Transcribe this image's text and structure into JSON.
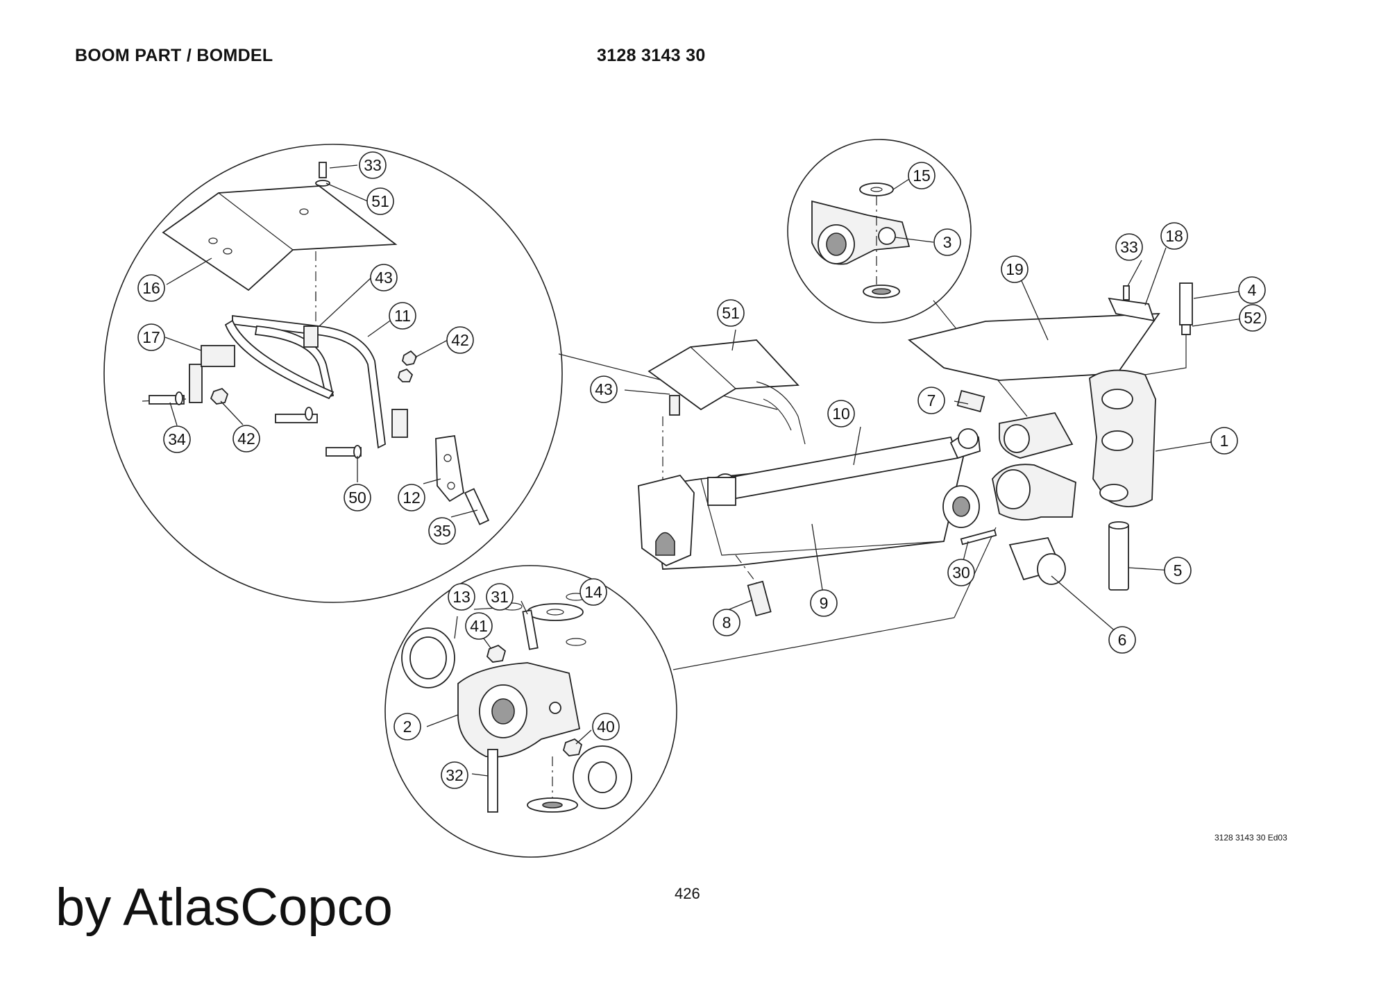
{
  "header": {
    "title": "BOOM PART / BOMDEL",
    "doc_number": "3128 3143 30"
  },
  "footer": {
    "drawing_ref": "3128 3143 30 Ed03",
    "page_number": "426",
    "brand": "by AtlasCopco"
  },
  "callouts": {
    "c1": "1",
    "c2": "2",
    "c3": "3",
    "c4": "4",
    "c5": "5",
    "c6": "6",
    "c7": "7",
    "c8": "8",
    "c9": "9",
    "c10": "10",
    "c11": "11",
    "c12": "12",
    "c13": "13",
    "c14": "14",
    "c15": "15",
    "c16": "16",
    "c17": "17",
    "c18": "18",
    "c19": "19",
    "c30": "30",
    "c31": "31",
    "c32": "32",
    "c33a": "33",
    "c33b": "33",
    "c34": "34",
    "c35": "35",
    "c40": "40",
    "c41": "41",
    "c42a": "42",
    "c42b": "42",
    "c43a": "43",
    "c43b": "43",
    "c50": "50",
    "c51a": "51",
    "c51b": "51",
    "c52": "52"
  }
}
